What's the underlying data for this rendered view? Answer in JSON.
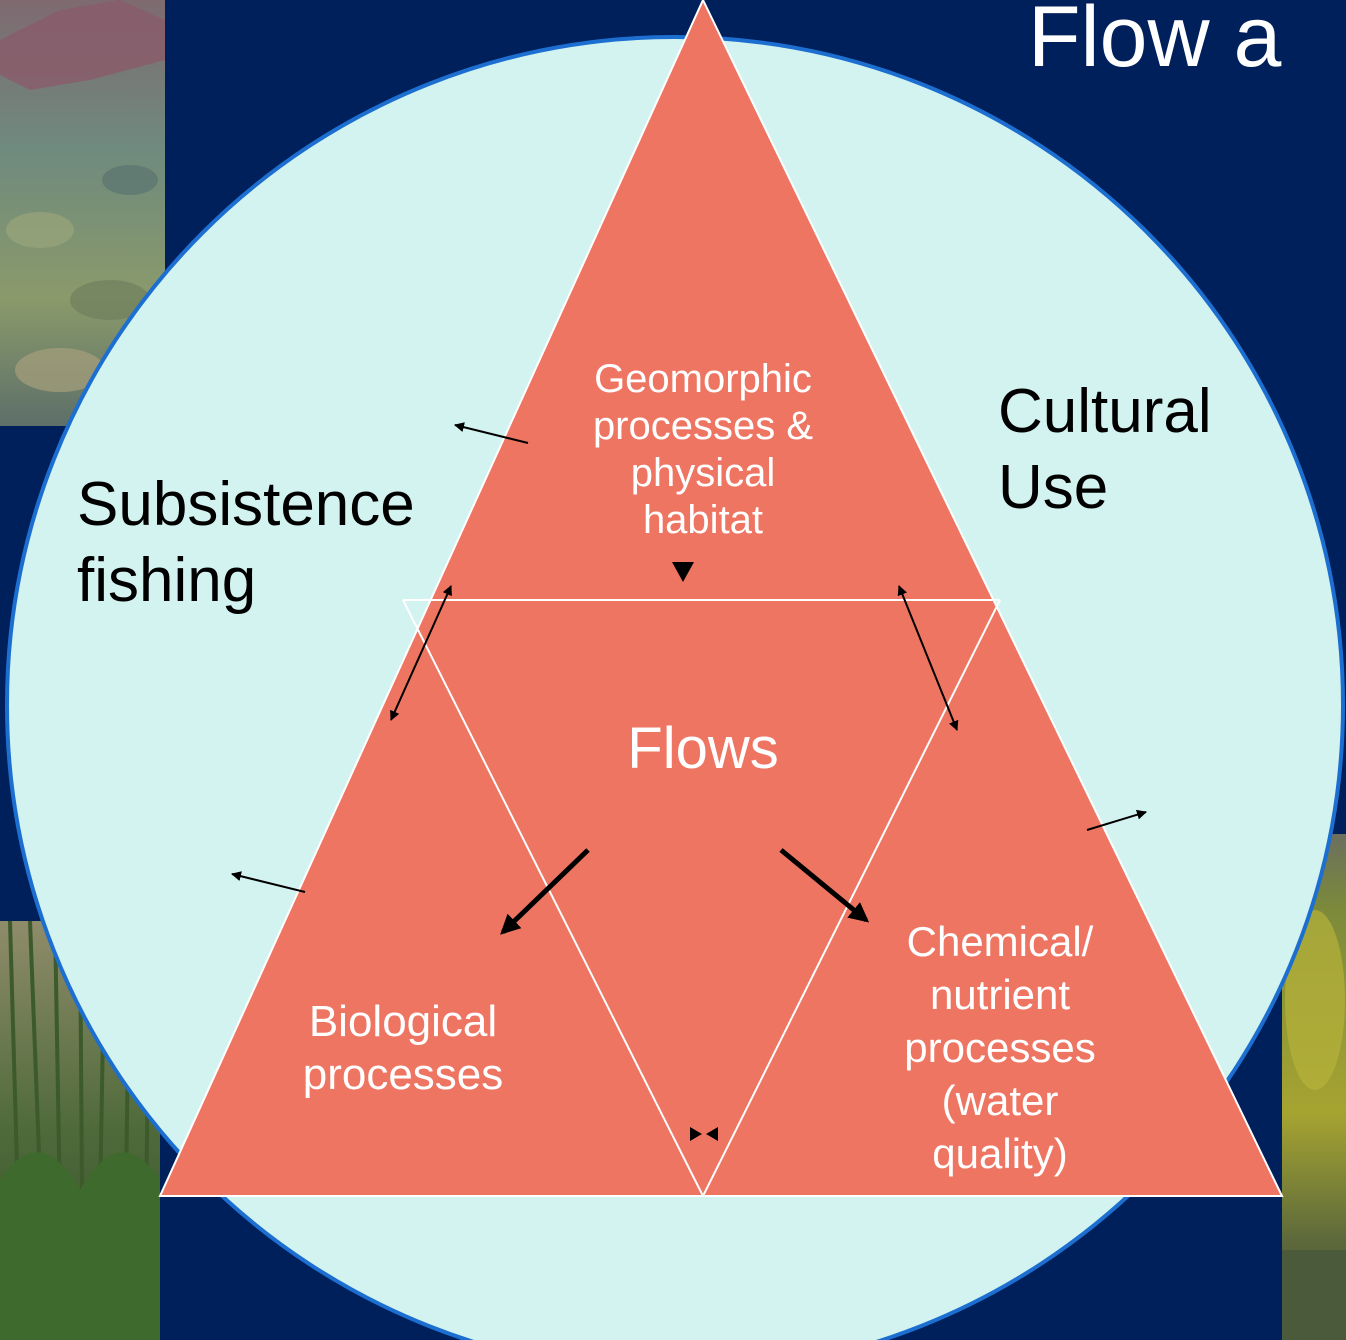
{
  "slide": {
    "title_fragment": "Flow a"
  },
  "diagram": {
    "center": "Flows",
    "top_section": [
      "Geomorphic",
      "processes &",
      "physical",
      "habitat"
    ],
    "left_section": [
      "Biological",
      "processes"
    ],
    "right_section": [
      "Chemical/",
      "nutrient",
      "processes",
      "(water",
      "quality)"
    ],
    "outer_left": [
      "Subsistence",
      "fishing"
    ],
    "outer_right": [
      "Cultural",
      "Use"
    ]
  },
  "photos": {
    "top_left": "fish-in-stream-photo",
    "bottom_left": "reeds-grass-photo",
    "bottom_right": "riparian-trees-photo"
  },
  "colors": {
    "background": "#00205b",
    "circle_fill": "#d3f3f0",
    "circle_stroke": "#1c6fd1",
    "triangle_fill": "#ee7562",
    "divider": "#ffffff",
    "outer_text": "#000000",
    "inner_text": "#ffffff"
  }
}
